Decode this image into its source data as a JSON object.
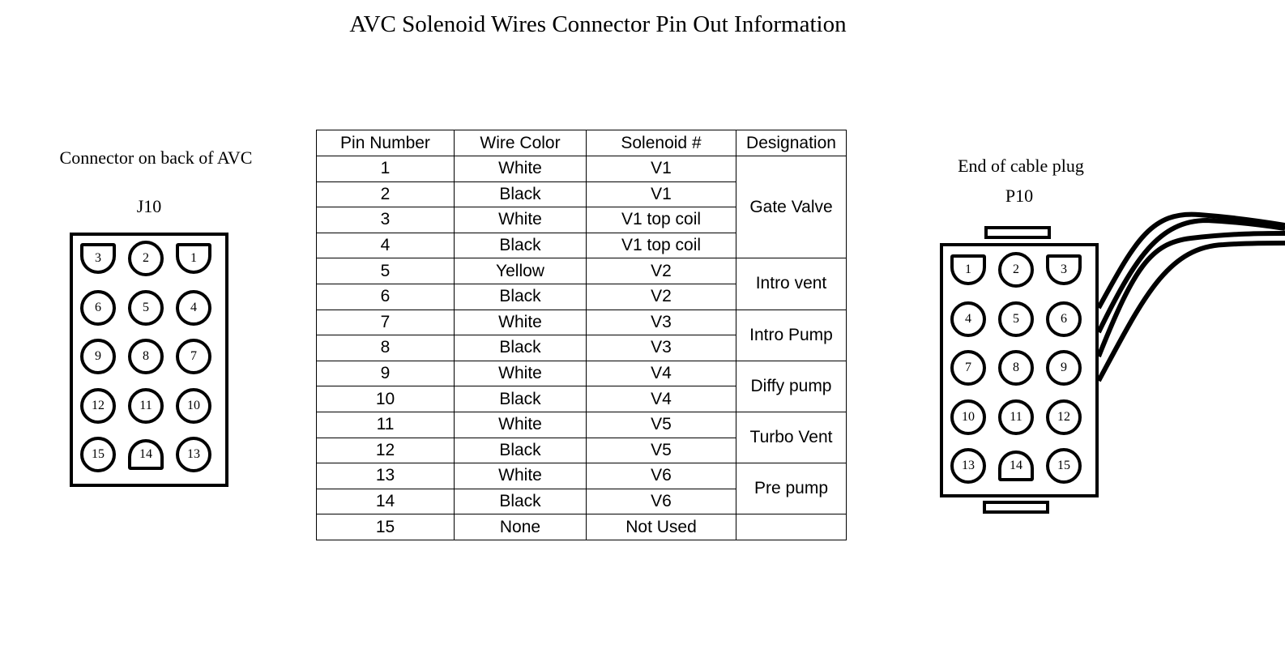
{
  "title": "AVC Solenoid Wires Connector Pin Out Information",
  "left": {
    "caption": "Connector on back of  AVC",
    "id": "J10",
    "pins": [
      [
        "3",
        "2",
        "1"
      ],
      [
        "6",
        "5",
        "4"
      ],
      [
        "9",
        "8",
        "7"
      ],
      [
        "12",
        "11",
        "10"
      ],
      [
        "15",
        "14",
        "13"
      ]
    ],
    "d_pins": [
      "3",
      "1",
      "14"
    ]
  },
  "right": {
    "caption": "End of cable plug",
    "id": "P10",
    "pins": [
      [
        "1",
        "2",
        "3"
      ],
      [
        "4",
        "5",
        "6"
      ],
      [
        "7",
        "8",
        "9"
      ],
      [
        "10",
        "11",
        "12"
      ],
      [
        "13",
        "14",
        "15"
      ]
    ],
    "d_pins": [
      "1",
      "3",
      "14"
    ]
  },
  "table": {
    "headers": [
      "Pin Number",
      "Wire Color",
      "Solenoid #",
      "Designation"
    ],
    "rows": [
      [
        "1",
        "White",
        "V1"
      ],
      [
        "2",
        "Black",
        "V1"
      ],
      [
        "3",
        "White",
        "V1 top coil"
      ],
      [
        "4",
        "Black",
        "V1 top coil"
      ],
      [
        "5",
        "Yellow",
        "V2"
      ],
      [
        "6",
        "Black",
        "V2"
      ],
      [
        "7",
        "White",
        "V3"
      ],
      [
        "8",
        "Black",
        "V3"
      ],
      [
        "9",
        "White",
        "V4"
      ],
      [
        "10",
        "Black",
        "V4"
      ],
      [
        "11",
        "White",
        "V5"
      ],
      [
        "12",
        "Black",
        "V5"
      ],
      [
        "13",
        "White",
        "V6"
      ],
      [
        "14",
        "Black",
        "V6"
      ],
      [
        "15",
        "None",
        "Not Used"
      ]
    ],
    "designations": [
      {
        "label": "Gate Valve",
        "span": 4
      },
      {
        "label": "Intro vent",
        "span": 2
      },
      {
        "label": "Intro Pump",
        "span": 2
      },
      {
        "label": "Diffy pump",
        "span": 2
      },
      {
        "label": "Turbo Vent",
        "span": 2
      },
      {
        "label": "Pre pump",
        "span": 2
      },
      {
        "label": "",
        "span": 1
      }
    ]
  }
}
